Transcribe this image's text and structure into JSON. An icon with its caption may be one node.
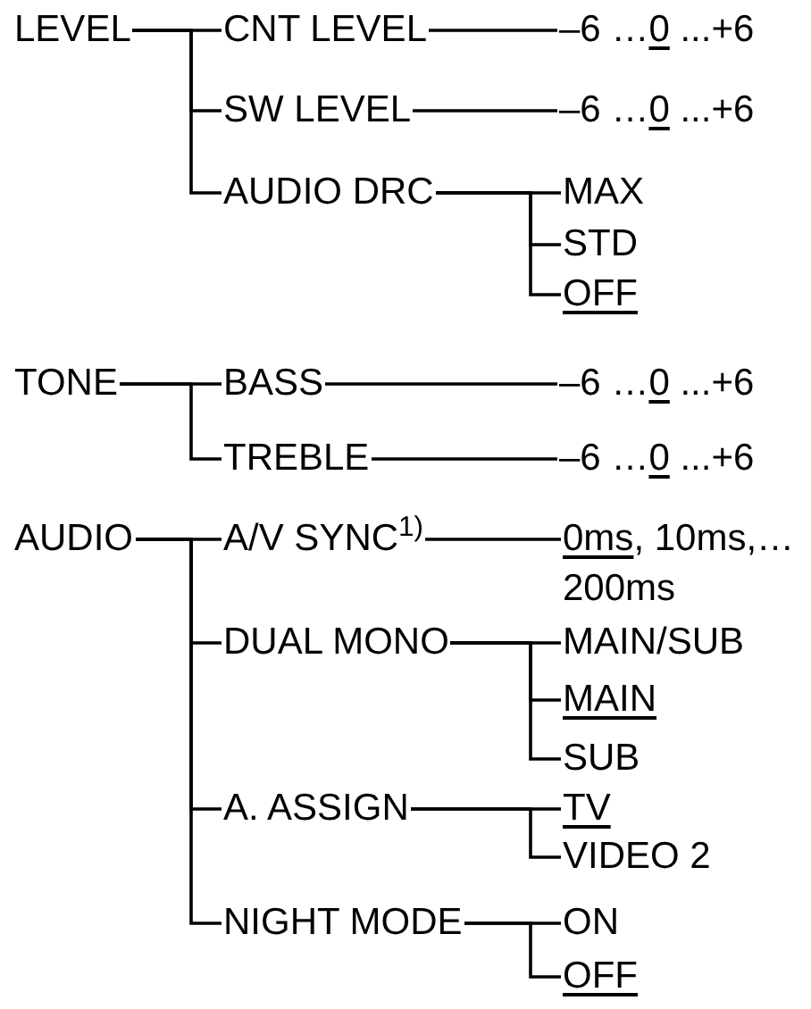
{
  "diagram": {
    "nodes": [
      {
        "text": [
          "LEVEL"
        ]
      },
      {
        "text": [
          "CNT LEVEL"
        ]
      },
      {
        "text": [
          "–6 …0 ...+6"
        ]
      },
      {
        "text": [
          "SW LEVEL"
        ]
      },
      {
        "text": [
          "–6 …0 ...+6"
        ]
      },
      {
        "text": [
          "AUDIO DRC"
        ]
      },
      {
        "text": [
          "MAX"
        ]
      },
      {
        "text": [
          "STD"
        ]
      },
      {
        "text": [
          "OFF"
        ]
      },
      {
        "text": [
          "TONE"
        ]
      },
      {
        "text": [
          "BASS"
        ]
      },
      {
        "text": [
          "–6 …0 ...+6"
        ]
      },
      {
        "text": [
          "TREBLE"
        ]
      },
      {
        "text": [
          "–6 …0 ...+6"
        ]
      },
      {
        "text": [
          "AUDIO"
        ]
      },
      {
        "text": [
          "A/V SYNC$^{1)}$"
        ]
      },
      {
        "text": [
          "0ms, 10ms,… 200ms"
        ]
      },
      {
        "text": [
          "DUAL MONO"
        ]
      },
      {
        "text": [
          "MAIN/SUB"
        ]
      },
      {
        "text": [
          "MAIN"
        ]
      },
      {
        "text": [
          "SUB"
        ]
      },
      {
        "text": [
          "A. ASSIGN"
        ]
      },
      {
        "text": [
          "TV"
        ]
      },
      {
        "text": [
          "VIDEO 2"
        ]
      },
      {
        "text": [
          "NIGHT MODE"
        ]
      },
      {
        "text": [
          "ON"
        ]
      },
      {
        "text": [
          "OFF"
        ]
      }
    ],
    "edges": [
      {
        "from": 0,
        "to": 1,
        "arrow": "none"
      },
      {
        "from": 0,
        "to": 3,
        "arrow": "none"
      },
      {
        "from": 0,
        "to": 5,
        "arrow": "none"
      },
      {
        "from": 1,
        "to": 2,
        "arrow": "none"
      },
      {
        "from": 3,
        "to": 4,
        "arrow": "none"
      },
      {
        "from": 5,
        "to": 6,
        "arrow": "none"
      },
      {
        "from": 5,
        "to": 7,
        "arrow": "none"
      },
      {
        "from": 5,
        "to": 8,
        "arrow": "none"
      },
      {
        "from": 9,
        "to": 10,
        "arrow": "none"
      },
      {
        "from": 9,
        "to": 12,
        "arrow": "none"
      },
      {
        "from": 10,
        "to": 11,
        "arrow": "none"
      },
      {
        "from": 12,
        "to": 13,
        "arrow": "none"
      },
      {
        "from": 14,
        "to": 15,
        "arrow": "none"
      },
      {
        "from": 14,
        "to": 17,
        "arrow": "none"
      },
      {
        "from": 14,
        "to": 21,
        "arrow": "none"
      },
      {
        "from": 14,
        "to": 24,
        "arrow": "none"
      },
      {
        "from": 15,
        "to": 16,
        "arrow": "none"
      },
      {
        "from": 17,
        "to": 18,
        "arrow": "none"
      },
      {
        "from": 17,
        "to": 19,
        "arrow": "none"
      },
      {
        "from": 17,
        "to": 20,
        "arrow": "none"
      },
      {
        "from": 21,
        "to": 22,
        "arrow": "none"
      },
      {
        "from": 21,
        "to": 23,
        "arrow": "none"
      },
      {
        "from": 24,
        "to": 25,
        "arrow": "none"
      },
      {
        "from": 24,
        "to": 26,
        "arrow": "none"
      }
    ]
  }
}
